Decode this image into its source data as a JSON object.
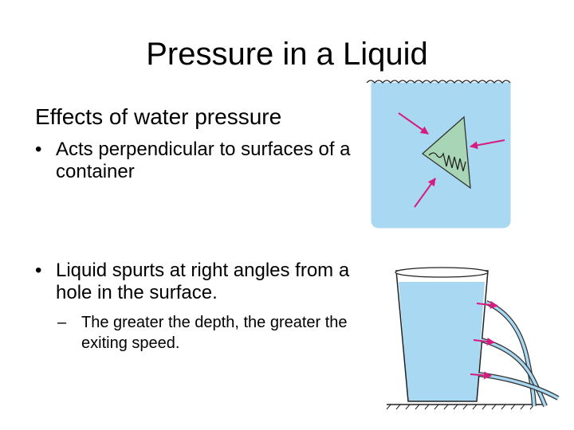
{
  "slide": {
    "title": "Pressure in a Liquid",
    "subheading": "Effects of water pressure",
    "bullets": [
      {
        "marker": "•",
        "text": "Acts perpendicular to surfaces of a container"
      },
      {
        "marker": "•",
        "text": "Liquid spurts at right angles from a hole in the surface."
      }
    ],
    "sub_bullet": {
      "marker": "–",
      "text": "The greater the depth, the greater the exiting speed."
    }
  },
  "colors": {
    "water": "#a9d8f2",
    "triangle": "#a8d5b5",
    "arrow": "#d81b7f",
    "outline": "#333333"
  },
  "icons": {
    "submerged_triangle": "triangle-pressure-illustration",
    "bucket": "leaking-bucket-illustration"
  }
}
